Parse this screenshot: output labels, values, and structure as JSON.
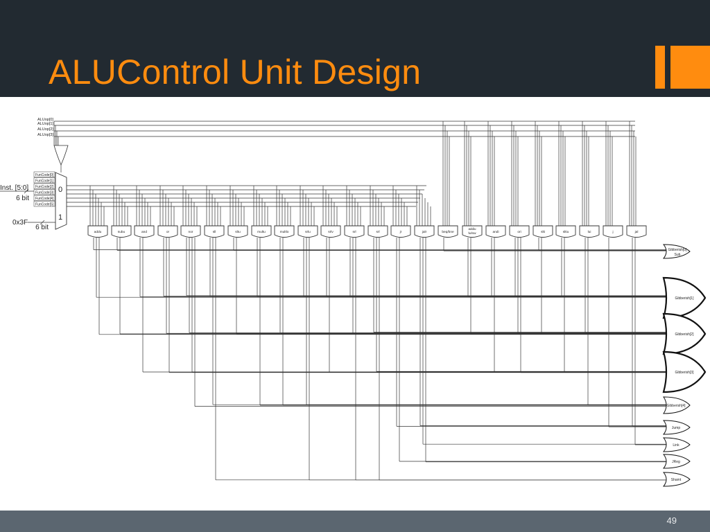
{
  "slide": {
    "title": "ALUControl Unit Design",
    "page_number": "49"
  },
  "colors": {
    "background": "#222a31",
    "title": "#ff8c0f",
    "accent": "#ff8c0f",
    "content_bg": "#ffffff",
    "footer_band": "#5b6670",
    "wire": "#333333"
  },
  "diagram": {
    "aluop_inputs": [
      "ALUop[0]",
      "ALUop[1]",
      "ALUop[2]",
      "ALUop[3]"
    ],
    "funcode_bits": [
      "FunCode[0]",
      "FunCode[1]",
      "FunCode[2]",
      "FunCode[3]",
      "FunCode[4]",
      "FunCode[5]"
    ],
    "mux": {
      "input0_label": "Inst. [5:0]",
      "input0_width": "6 bit",
      "input0_select": "0",
      "input1_label": "0x3F",
      "input1_width": "6 bit",
      "input1_select": "1"
    },
    "decoders": [
      "addu",
      "subu",
      "and",
      "or",
      "nor",
      "sll",
      "sltu",
      "multu",
      "multlo",
      "srlu",
      "srlv",
      "srl",
      "srl",
      "jr",
      "jalr",
      "beq/bne",
      "addiu lw/sw",
      "andi",
      "ori",
      "slti",
      "sltiu",
      "lui",
      "j",
      "jal"
    ],
    "outputs": [
      {
        "label": "Gibberish[0] Sub",
        "size": "small"
      },
      {
        "label": "Gibberish[1]",
        "size": "large"
      },
      {
        "label": "Gibberish[2]",
        "size": "large"
      },
      {
        "label": "Gibberish[3]",
        "size": "large"
      },
      {
        "label": "Gibberish[4]",
        "size": "medium"
      },
      {
        "label": "Jump",
        "size": "small"
      },
      {
        "label": "Link",
        "size": "small"
      },
      {
        "label": "JReg",
        "size": "small"
      },
      {
        "label": "Shamt",
        "size": "small"
      }
    ]
  }
}
